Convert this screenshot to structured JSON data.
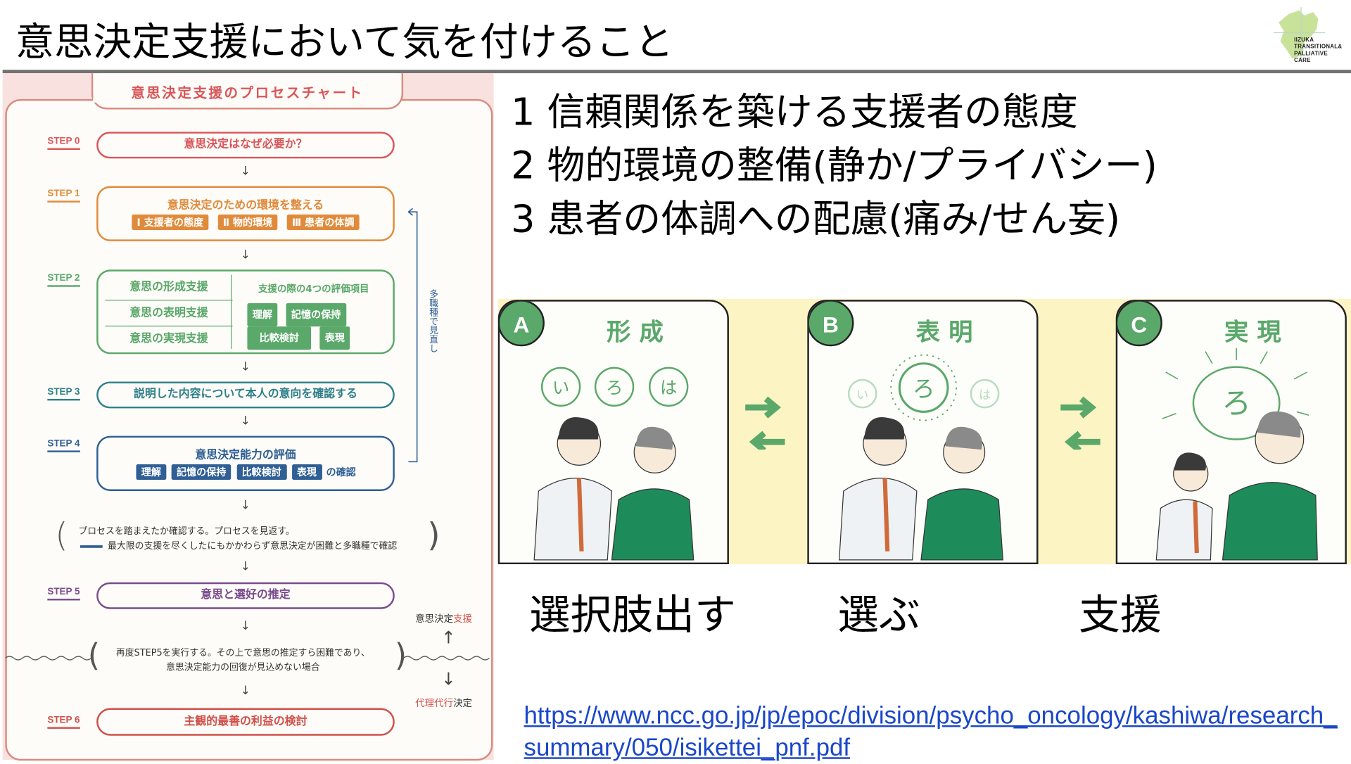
{
  "title": "意思決定支援において気を付けること",
  "logo": {
    "lines": [
      "IIZUKA",
      "TRANSITIONAL&",
      "PALLIATIVE",
      "CARE"
    ]
  },
  "chart": {
    "title": "意思決定支援のプロセスチャート",
    "steps": [
      {
        "label": "STEP 0",
        "text": "意思決定はなぜ必要か？",
        "color": "#d9565a"
      },
      {
        "label": "STEP 1",
        "text": "意思決定のための環境を整える",
        "chips": [
          "Ⅰ 支援者の態度",
          "Ⅱ 物的環境",
          "Ⅲ 患者の体調"
        ],
        "color": "#e08b3c"
      },
      {
        "label": "STEP 2",
        "left": [
          "意思の形成支援",
          "意思の表明支援",
          "意思の実現支援"
        ],
        "right_title": "支援の際の4つの評価項目",
        "chips": [
          "理解",
          "記憶の保持",
          "比較検討",
          "表現"
        ],
        "color": "#5aa86a"
      },
      {
        "label": "STEP 3",
        "text": "説明した内容について本人の意向を確認する",
        "color": "#2e7f8a"
      },
      {
        "label": "STEP 4",
        "text": "意思決定能力の評価",
        "chips": [
          "理解",
          "記憶の保持",
          "比較検討",
          "表現"
        ],
        "suffix": "の確認",
        "color": "#2f5f95"
      },
      {
        "label": "STEP 5",
        "text": "意思と選好の推定",
        "color": "#7a4c8e"
      },
      {
        "label": "STEP 6",
        "text": "主観的最善の利益の検討",
        "color": "#d0504a"
      }
    ],
    "note1": [
      "プロセスを踏まえたか確認する。プロセスを見返す。",
      "最大限の支援を尽くしたにもかかわらず意思決定が困難と多職種で確認"
    ],
    "note2": [
      "再度STEP5を実行する。その上で意思の推定すら困難であり、",
      "意思決定能力の回復が見込めない場合"
    ],
    "side_label": "多職種で見直し",
    "support": {
      "a": "意思決定",
      "b": "支援"
    },
    "proxy": {
      "a": "代理代行",
      "b": "決定"
    },
    "arrow": "↓"
  },
  "points": [
    "1 信頼関係を築ける支援者の態度",
    "2 物的環境の整備(静か/プライバシー)",
    "3 患者の体調への配慮(痛み/せん妄)"
  ],
  "cards": [
    {
      "badge": "A",
      "title": "形成",
      "bubbles": [
        "い",
        "ろ",
        "は"
      ]
    },
    {
      "badge": "B",
      "title": "表明",
      "bubbles": [
        "い",
        "ろ",
        "は"
      ]
    },
    {
      "badge": "C",
      "title": "実現",
      "bubbles": [
        "ろ"
      ]
    }
  ],
  "captions": [
    "選択肢出す",
    "選ぶ",
    "支援"
  ],
  "link": "https://www.ncc.go.jp/jp/epoc/division/psycho_oncology/kashiwa/research_summary/050/isikettei_pnf.pdf",
  "colors": {
    "accent_green": "#5aa86a",
    "band": "#fdf4c4",
    "link": "#1a47c8"
  }
}
